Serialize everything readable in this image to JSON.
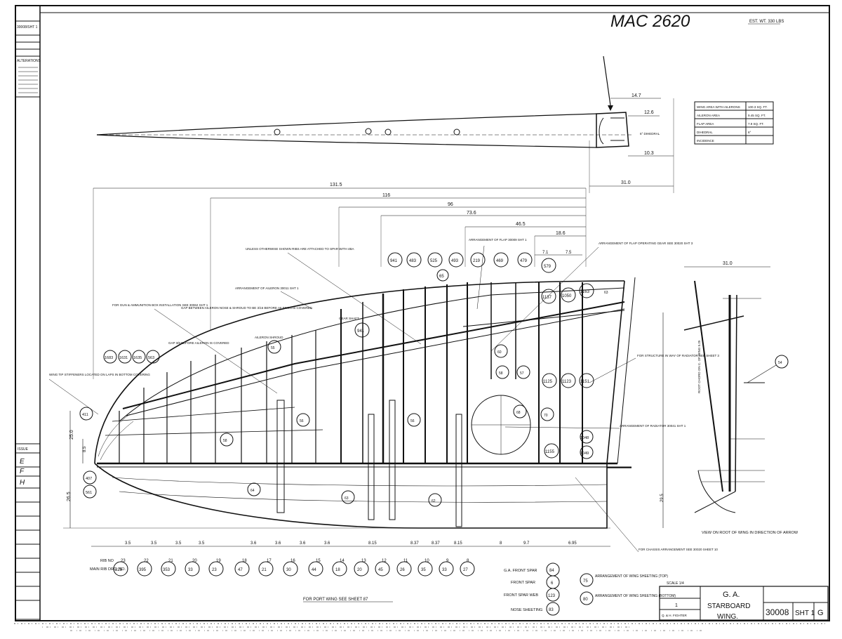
{
  "header": {
    "drawing_ref": "MAC 2620",
    "weight_note": "EST. WT. 330 LBS"
  },
  "title_block": {
    "title_line1": "G. A.",
    "title_line2": "STARBOARD",
    "title_line3": "WING.",
    "drawing_no": "30008",
    "sheet": "SHT 1",
    "revision": "G",
    "scale_label": "SCALE 1/4",
    "issue_no": "1",
    "fighter_note": "Q. & H. FIGHTER"
  },
  "alterations": {
    "heading": "ALTERATIONS",
    "sheet_ref": "30008/SHT 1",
    "issue_heading": "ISSUE",
    "issue_marks": [
      "E",
      "F",
      "H"
    ]
  },
  "area_table": {
    "rows": [
      {
        "label": "WING AREA WITH AILERONS",
        "value": "100.3 SQ. FT."
      },
      {
        "label": "AILERON AREA",
        "value": "9.45 SQ. FT."
      },
      {
        "label": "FLAP AREA",
        "value": "7.9 SQ. FT."
      },
      {
        "label": "DIHEDRAL",
        "value": "6°"
      },
      {
        "label": "INCIDENCE",
        "value": ""
      }
    ]
  },
  "dimensions": {
    "span_overall": "131.5",
    "d_116": "116",
    "d_96": "96",
    "d_73_6": "73.6",
    "d_46_5": "46.5",
    "d_18_6": "18.6",
    "d_7_1": "7.1",
    "d_7_5": "7.5",
    "d_31_0": "31.0",
    "d_14_7": "14.7",
    "d_12_6": "12.6",
    "d_10_3": "10.3",
    "d_25_0": "25.0",
    "d_26_5": "26.5",
    "d_8_5": "8.5",
    "d_29_5": "29.5",
    "root_chord": "ROOT CHORD ON C. OF WING 5.25",
    "spacing": [
      "3.5",
      "3.5",
      "3.5",
      "3.5",
      "3.6",
      "3.6",
      "3.6",
      "3.6",
      "8.15",
      "8.37",
      "8.37",
      "8.15",
      "8",
      "9.7",
      "6.95"
    ]
  },
  "annotations": {
    "wing_tip_stiffeners": "WING TIP STIFFENERS LOCATED ON LAPS IN BOTTOM COVERING",
    "gun_ammunition": "FOR GUN & AMMUNITION BOX INSTALLATION SEE 30062 SHT 1",
    "gap_aileron": "GAP BETWEEN AILERON NOSE & SHROUD TO BE 3/16 BEFORE AILERON IS COVERED",
    "gap_cover": "GAP 3/8 BEFORE AILERON IS COVERED",
    "arrangement_aileron": "ARRANGEMENT OF AILERON 30011 SHT 1",
    "unless_otherwise": "UNLESS OTHERWISE SHOWN RIBS ARE ATTACHED TO SPAR WITH 4BA",
    "aileron_shroud": "AILERON SHROUD",
    "gear_shaft": "GEAR SHAFT",
    "arrangement_flap": "ARRANGEMENT OF FLAP 30009 SHT 1",
    "flap_operating": "ARRANGEMENT OF FLAP OPERATING GEAR SEE 30020 SHT 3",
    "radiator_structure": "FOR STRUCTURE IN WAY OF RADIATOR SEE SHEET 3",
    "arrangement_radiator": "ARRANGEMENT OF RADIATOR 30041 SHT 1",
    "chassis": "FOR CHASSIS ARRANGEMENT SEE 30020 SHEET 10",
    "port_wing": "FOR PORT WING SEE SHEET 87",
    "root_view": "VIEW ON ROOT OF WING IN DIRECTION OF ARROW",
    "dihedral_note": "6° DIHEDRAL"
  },
  "rib_rows": {
    "rib_no_label": "RIB NO",
    "main_rib_label": "MAIN RIB DRG. NO.",
    "rib_numbers": [
      "23",
      "22",
      "21",
      "20",
      "19",
      "18",
      "17",
      "16",
      "15",
      "14",
      "13",
      "12",
      "11",
      "10",
      "9",
      "8"
    ],
    "drg_numbers": [
      "225",
      "395",
      "353",
      "33",
      "23",
      "47",
      "21",
      "30",
      "44",
      "18",
      "20",
      "45",
      "26",
      "35",
      "33",
      "27"
    ]
  },
  "spar_legend": [
    {
      "label": "G.A. FRONT SPAR",
      "ref": "84"
    },
    {
      "label": "FRONT SPAR",
      "ref": "6"
    },
    {
      "label": "FRONT SPAR WEB",
      "ref": "123"
    },
    {
      "label": "NOSE SHEETING",
      "ref": "83"
    }
  ],
  "sheeting_legend": [
    {
      "label": "ARRANGEMENT OF WING SHEETING (TOP)",
      "ref": "75"
    },
    {
      "label": "ARRANGEMENT OF WING SHEETING (BOTTOM)",
      "ref": "80"
    }
  ],
  "top_bubbles": [
    "941",
    "483",
    "525",
    "493",
    "219",
    "469",
    "479",
    "579",
    "1137",
    "1050",
    "1163",
    "1123",
    "1125",
    "1151",
    "1048",
    "1049",
    "1155",
    "941",
    "1683",
    "1631",
    "1635",
    "563",
    "411",
    "407",
    "561",
    "65",
    "63",
    "60",
    "58",
    "57",
    "68",
    "70",
    "56",
    "64",
    "63",
    "62",
    "58",
    "56",
    "55",
    "54"
  ]
}
